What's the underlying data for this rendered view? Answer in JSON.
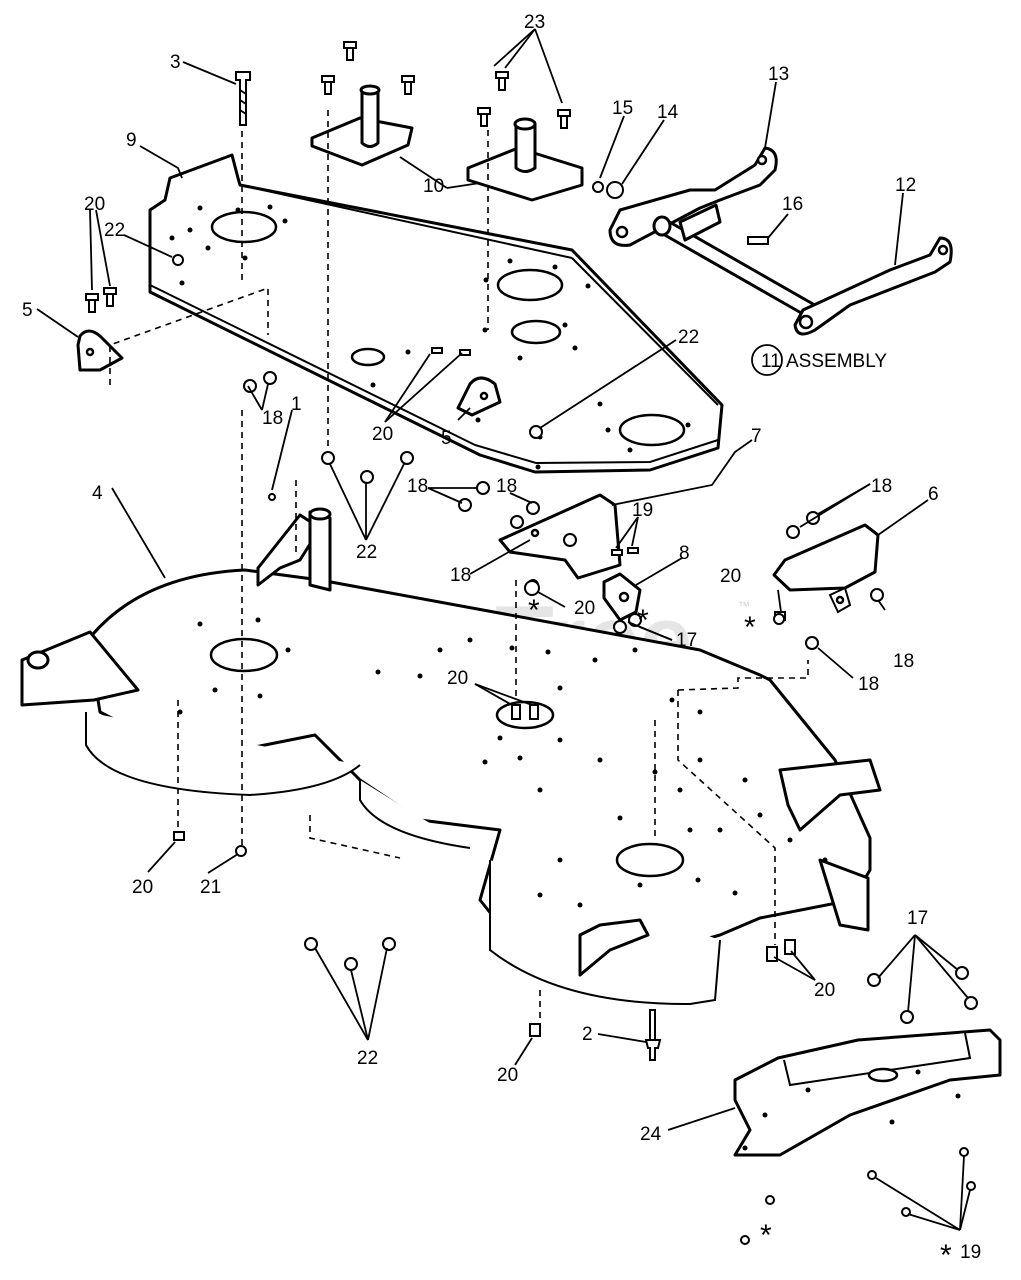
{
  "watermark": {
    "text": "PartsTree",
    "trademark": "™"
  },
  "assembly_label": {
    "number": "11",
    "text": "ASSEMBLY"
  },
  "callouts": {
    "c1": "1",
    "c2": "2",
    "c3": "3",
    "c4": "4",
    "c5a": "5",
    "c5b": "5",
    "c6": "6",
    "c7": "7",
    "c8": "8",
    "c9": "9",
    "c10": "10",
    "c12": "12",
    "c13": "13",
    "c14": "14",
    "c15": "15",
    "c16": "16",
    "c17a": "17",
    "c17b": "17",
    "c18a": "18",
    "c18b": "18",
    "c18c": "18",
    "c18d": "18",
    "c18e": "18",
    "c18f": "18",
    "c19a": "19",
    "c19b": "19",
    "c20a": "20",
    "c20b": "20",
    "c20c": "20",
    "c20d": "20",
    "c20e": "20",
    "c20f": "20",
    "c20g": "20",
    "c20h": "20",
    "c21": "21",
    "c22a": "22",
    "c22b": "22",
    "c22c": "22",
    "c22d": "22",
    "c23": "23",
    "c24": "24"
  },
  "asterisk": "*",
  "icons": [
    "bolt-icon",
    "nut-icon",
    "washer-icon"
  ]
}
